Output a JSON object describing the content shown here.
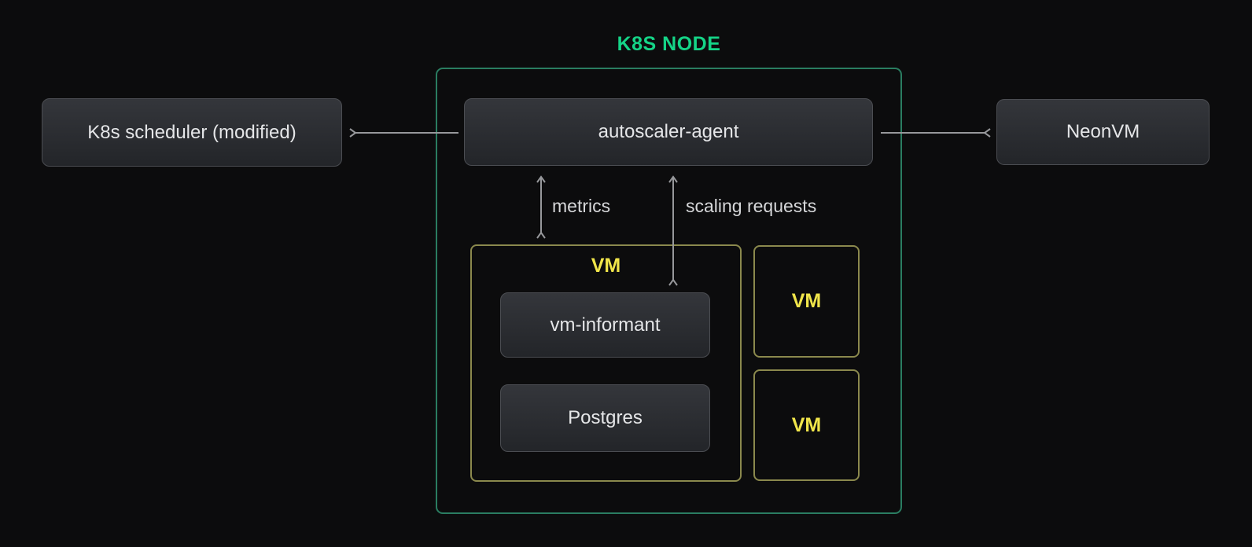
{
  "colors": {
    "bg": "#0c0c0d",
    "accent_green": "#15d487",
    "green_border": "#2a7d61",
    "yellow": "#f0e54a",
    "yellow_border": "#8b894d",
    "arrow": "#97989b",
    "label_text": "#d6d7d9",
    "box_text": "#e5e6e8",
    "box_border": "#4b4d52",
    "box_bg_top": "#34363b",
    "box_bg_bottom": "#232529"
  },
  "diagram": {
    "node_title": "K8S NODE",
    "boxes": {
      "scheduler": "K8s scheduler (modified)",
      "autoscaler": "autoscaler-agent",
      "neonvm": "NeonVM",
      "vm_group_label": "VM",
      "vm_informant": "vm-informant",
      "postgres": "Postgres",
      "vm_small_1": "VM",
      "vm_small_2": "VM"
    },
    "edges": {
      "metrics": "metrics",
      "scaling_requests": "scaling requests"
    }
  }
}
